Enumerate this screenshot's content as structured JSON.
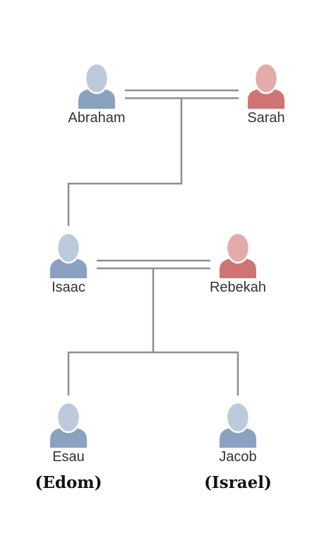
{
  "colors": {
    "line": "#8e8e8e",
    "male_head": "#bccbdb",
    "male_body": "#8aa1c0",
    "female_head": "#e4abab",
    "female_body": "#cf7474"
  },
  "people": {
    "abraham": {
      "name": "Abraham",
      "sex": "male"
    },
    "sarah": {
      "name": "Sarah",
      "sex": "female"
    },
    "isaac": {
      "name": "Isaac",
      "sex": "male"
    },
    "rebekah": {
      "name": "Rebekah",
      "sex": "female"
    },
    "esau": {
      "name": "Esau",
      "sex": "male",
      "alias": "(Edom)"
    },
    "jacob": {
      "name": "Jacob",
      "sex": "male",
      "alias": "(Israel)"
    }
  },
  "relations": {
    "marriages": [
      [
        "abraham",
        "sarah"
      ],
      [
        "isaac",
        "rebekah"
      ]
    ],
    "children": [
      {
        "parents": [
          "abraham",
          "sarah"
        ],
        "children": [
          "isaac"
        ]
      },
      {
        "parents": [
          "isaac",
          "rebekah"
        ],
        "children": [
          "esau",
          "jacob"
        ]
      }
    ]
  }
}
